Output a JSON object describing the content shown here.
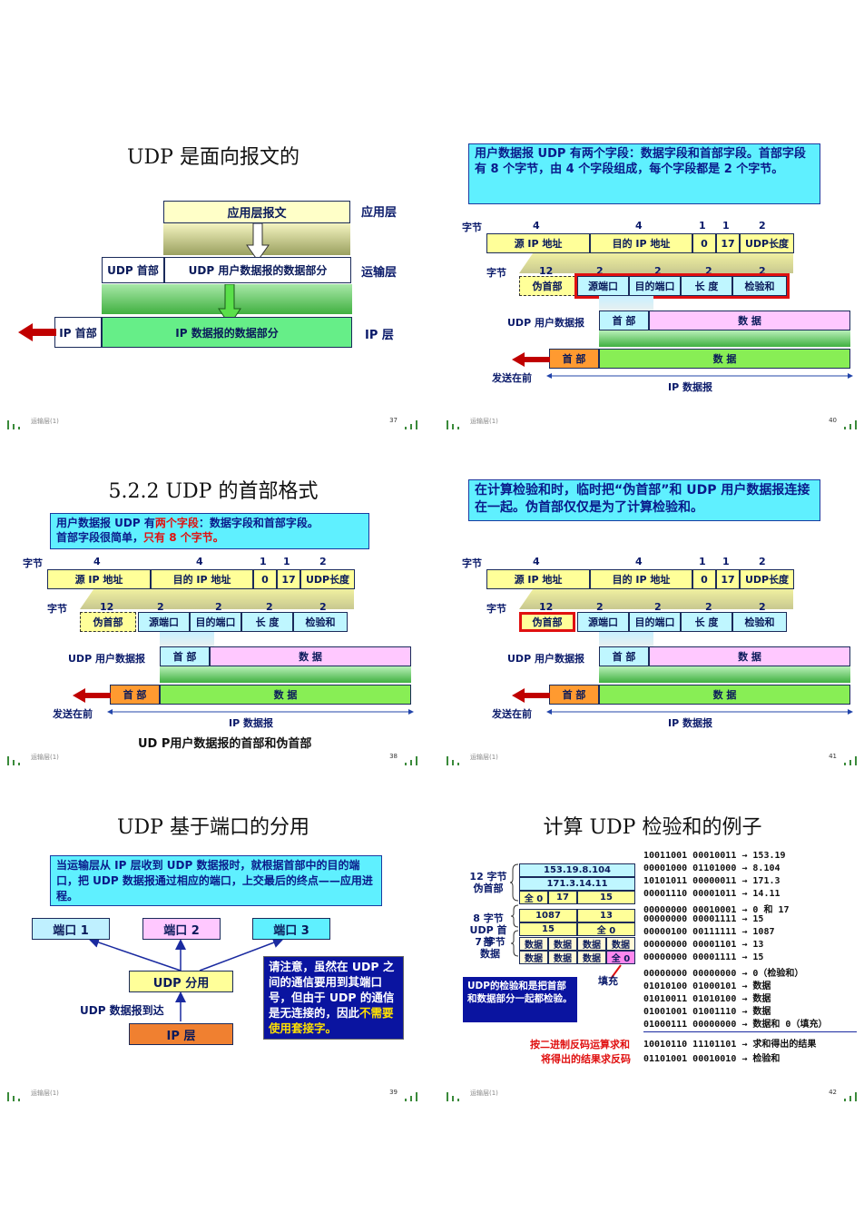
{
  "footer_text": "运输层(1)",
  "s37": {
    "title": "UDP 是面向报文的",
    "app_msg": "应用层报文",
    "udp_hdr": "UDP 首部",
    "udp_data": "UDP 用户数据报的数据部分",
    "ip_hdr": "IP 首部",
    "ip_data": "IP 数据报的数据部分",
    "layer_app": "应用层",
    "layer_trans": "运输层",
    "layer_ip": "IP 层",
    "page": "37"
  },
  "hdr": {
    "byte": "字节",
    "n4a": "4",
    "n4b": "4",
    "n1a": "1",
    "n1b": "1",
    "n2": "2",
    "src_ip": "源 IP 地址",
    "dst_ip": "目的 IP 地址",
    "zero": "0",
    "proto": "17",
    "udp_len": "UDP长度",
    "n12": "12",
    "m2a": "2",
    "m2b": "2",
    "m2c": "2",
    "m2d": "2",
    "pseudo": "伪首部",
    "src_port": "源端口",
    "dst_port": "目的端口",
    "length": "长 度",
    "checksum": "检验和",
    "udp_dgram": "UDP 用户数据报",
    "header": "首 部",
    "data": "数 据",
    "ip_hdr": "首 部",
    "ip_data": "数 据",
    "send_first": "发送在前",
    "ip_dgram": "IP 数据报"
  },
  "s38": {
    "title": "5.2.2 UDP 的首部格式",
    "note_a": "用户数据报 UDP 有",
    "note_b": "两个字段",
    "note_c": "：数据字段和首部字段。",
    "note_d": "首部字段很简单，",
    "note_e": "只有 8 个字节。",
    "caption": "UD P用户数据报的首部和伪首部",
    "page": "38"
  },
  "s39": {
    "title": "UDP 基于端口的分用",
    "note": "当运输层从 IP 层收到 UDP 数据报时，就根据首部中的目的端口，把 UDP 数据报通过相应的端口，上交最后的终点——应用进程。",
    "port1": "端口 1",
    "port2": "端口 2",
    "port3": "端口 3",
    "demux": "UDP 分用",
    "arrive": "UDP 数据报到达",
    "ip_layer": "IP 层",
    "warn_a": "请注意，虽然在 UDP 之间的通信要用到其端口号，但由于 UDP 的通信是无连接的，因此",
    "warn_b": "不需要使用套接字。",
    "page": "39"
  },
  "s40": {
    "note": "用户数据报 UDP 有两个字段：数据字段和首部字段。首部字段有 8 个字节，由 4 个字段组成，每个字段都是 2 个字节。",
    "page": "40"
  },
  "s41": {
    "note": "在计算检验和时，临时把“伪首部”和 UDP 用户数据报连接在一起。伪首部仅仅是为了计算检验和。",
    "page": "41"
  },
  "s42": {
    "title": "计算 UDP 检验和的例子",
    "g_pseudo": "12 字节伪首部",
    "g_udp": "8 字节UDP 首部",
    "g_data": "7 字节数据",
    "ip_a": "153.19.8.104",
    "ip_b": "171.3.14.11",
    "all0": "全 0",
    "p17": "17",
    "p15": "15",
    "h1087": "1087",
    "h13": "13",
    "h15": "15",
    "hall0": "全 0",
    "d": "数据",
    "dall0": "全 0",
    "fill": "填充",
    "note": "UDP的检验和是把首部和数据部分一起都检验。",
    "bin": [
      "10011001 00010011 → 153.19",
      "00001000 01101000 → 8.104",
      "10101011 00000011 → 171.3",
      "00001110 00001011 → 14.11",
      "00000000 00010001 → 0 和 17",
      "00000000 00001111 → 15",
      "00000100 00111111 → 1087",
      "00000000 00001101 → 13",
      "00000000 00001111 → 15",
      "00000000 00000000 → 0（检验和）",
      "01010100 01000101 → 数据",
      "01010011 01010100 → 数据",
      "01001001 01001110 → 数据",
      "01000111 00000000 → 数据和 0（填充）"
    ],
    "sum": "10010110 11101101 → 求和得出的结果",
    "cksum": "01101001 00010010 → 检验和",
    "sum_lbl": "按二进制反码运算求和",
    "inv_lbl": "将得出的结果求反码",
    "page": "42"
  }
}
